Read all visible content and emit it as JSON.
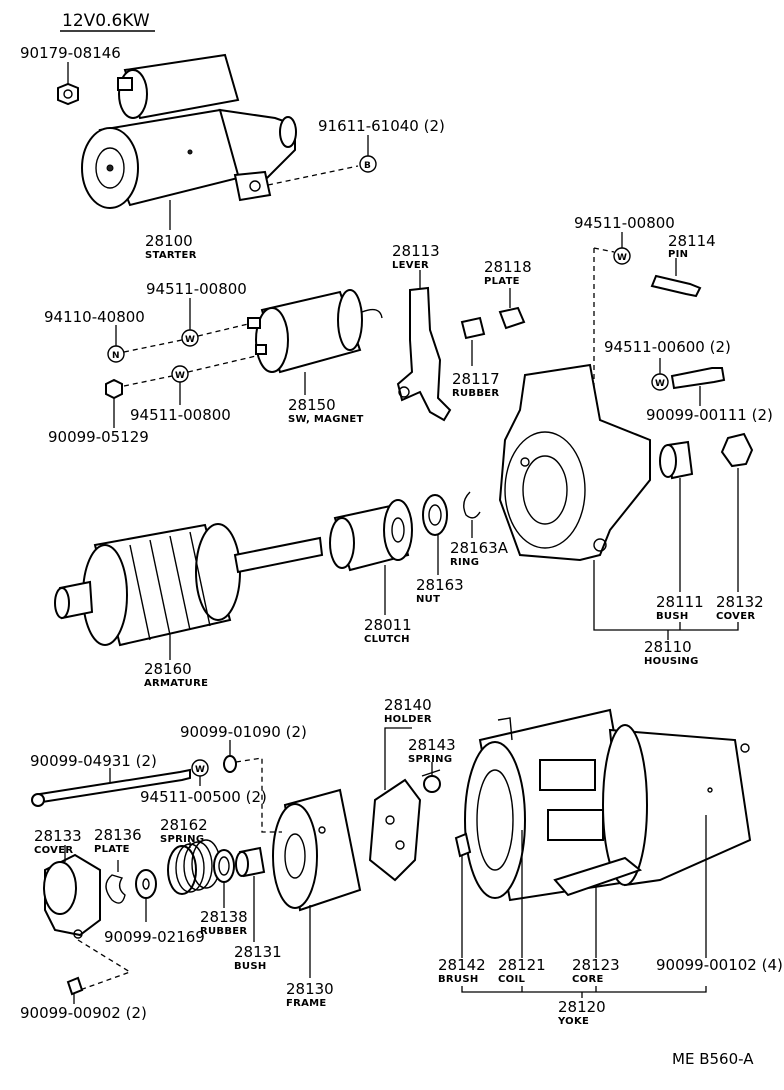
{
  "title": "12V0.6KW",
  "ref_code": "ME B560-A",
  "labels": {
    "p90179": "90179-08146",
    "p91611": "91611-61040 (2)",
    "p28100": "28100",
    "p28100_sub": "STARTER",
    "p94511_top": "94511-00800",
    "p28114": "28114",
    "p28114_sub": "PIN",
    "p28113": "28113",
    "p28113_sub": "LEVER",
    "p28118": "28118",
    "p28118_sub": "PLATE",
    "p94511_mid": "94511-00800",
    "p94110": "94110-40800",
    "p28150": "28150",
    "p28150_sub": "SW, MAGNET",
    "p28117": "28117",
    "p28117_sub": "RUBBER",
    "p94511_0600": "94511-00600 (2)",
    "p94511_low": "94511-00800",
    "p90099_05129": "90099-05129",
    "p90099_00111": "90099-00111 (2)",
    "p28163A": "28163A",
    "p28163A_sub": "RING",
    "p28163": "28163",
    "p28163_sub": "NUT",
    "p28011": "28011",
    "p28011_sub": "CLUTCH",
    "p28111": "28111",
    "p28111_sub": "BUSH",
    "p28132": "28132",
    "p28132_sub": "COVER",
    "p28110": "28110",
    "p28110_sub": "HOUSING",
    "p28160": "28160",
    "p28160_sub": "ARMATURE",
    "p28140": "28140",
    "p28140_sub": "HOLDER",
    "p90099_01090": "90099-01090 (2)",
    "p28143": "28143",
    "p28143_sub": "SPRING",
    "p90099_04931": "90099-04931 (2)",
    "p94511_00500": "94511-00500 (2)",
    "p28133": "28133",
    "p28133_sub": "COVER",
    "p28136": "28136",
    "p28136_sub": "PLATE",
    "p28162": "28162",
    "p28162_sub": "SPRING",
    "p90099_02169": "90099-02169",
    "p28138": "28138",
    "p28138_sub": "RUBBER",
    "p28131": "28131",
    "p28131_sub": "BUSH",
    "p28130": "28130",
    "p28130_sub": "FRAME",
    "p90099_00902": "90099-00902 (2)",
    "p28142": "28142",
    "p28142_sub": "BRUSH",
    "p28121": "28121",
    "p28121_sub": "COIL",
    "p28123": "28123",
    "p28123_sub": "CORE",
    "p90099_00102": "90099-00102 (4)",
    "p28120": "28120",
    "p28120_sub": "YOKE"
  },
  "marker_letters": {
    "b": "B",
    "w": "W",
    "n": "N"
  }
}
